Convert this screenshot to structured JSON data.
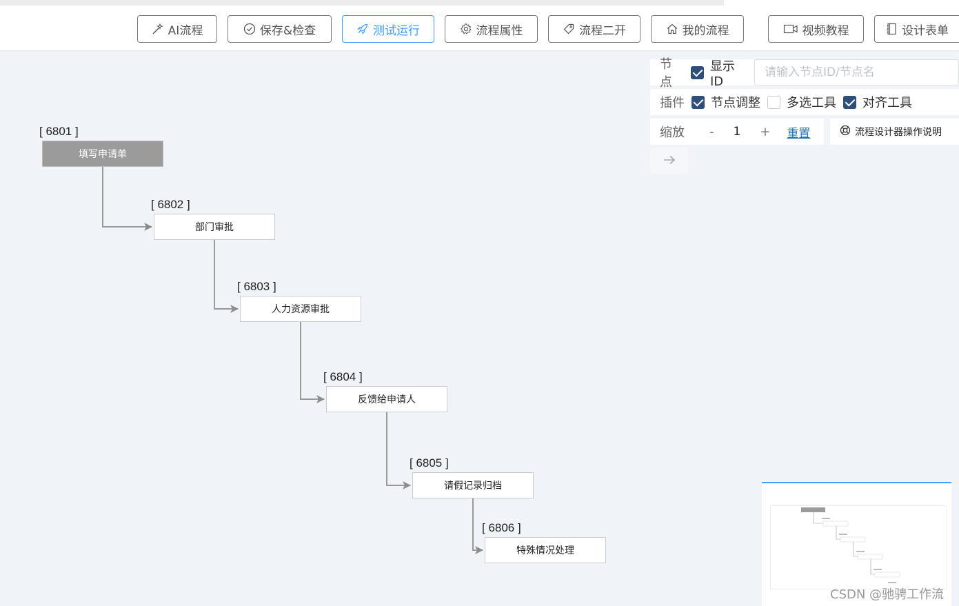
{
  "toolbar": {
    "buttons": [
      {
        "label": "AI流程",
        "icon": "magic-wand-icon"
      },
      {
        "label": "保存&检查",
        "icon": "check-circle-icon"
      },
      {
        "label": "测试运行",
        "icon": "rocket-icon"
      },
      {
        "label": "流程属性",
        "icon": "gear-icon"
      },
      {
        "label": "流程二开",
        "icon": "tag-icon"
      },
      {
        "label": "我的流程",
        "icon": "home-icon"
      },
      {
        "label": "视频教程",
        "icon": "video-icon"
      },
      {
        "label": "设计表单",
        "icon": "notebook-icon"
      }
    ]
  },
  "panel": {
    "node_label": "节点",
    "show_id_label": "显示ID",
    "show_id_checked": true,
    "search_placeholder": "请输入节点ID/节点名",
    "plugin_label": "插件",
    "node_adjust_label": "节点调整",
    "node_adjust_checked": true,
    "multi_select_label": "多选工具",
    "multi_select_checked": false,
    "align_tool_label": "对齐工具",
    "align_tool_checked": true,
    "zoom_label": "缩放",
    "zoom_minus": "-",
    "zoom_value": "1",
    "zoom_plus": "+",
    "reset_label": "重置",
    "help_label": "流程设计器操作说明"
  },
  "flow": {
    "nodes": [
      {
        "id": "[ 6801 ]",
        "name": "填写申请单"
      },
      {
        "id": "[ 6802 ]",
        "name": "部门审批"
      },
      {
        "id": "[ 6803 ]",
        "name": "人力资源审批"
      },
      {
        "id": "[ 6804 ]",
        "name": "反馈给申请人"
      },
      {
        "id": "[ 6805 ]",
        "name": "请假记录归档"
      },
      {
        "id": "[ 6806 ]",
        "name": "特殊情况处理"
      }
    ]
  },
  "watermark": "CSDN @驰骋工作流"
}
